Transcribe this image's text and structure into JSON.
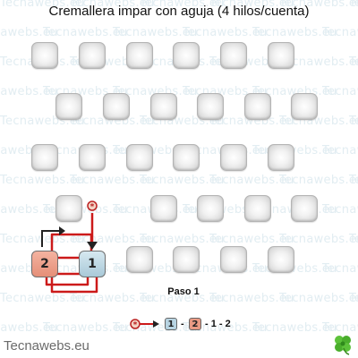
{
  "title": "Cremallera impar con aguja (4 hilos/cuenta)",
  "watermark_text": "Tecnawebs.eu",
  "bead_colors": {
    "white": "#f1f1f1",
    "salmon": "#e99a84",
    "blue": "#b8d4e2",
    "thread": "#cc1a1a"
  },
  "colored_beads": [
    {
      "label": "2",
      "color": "salmon"
    },
    {
      "label": "1",
      "color": "blue"
    }
  ],
  "step_label": "Paso 1",
  "legend": {
    "icon": "needle-icon",
    "box1": "1",
    "sep1": "-",
    "box2": "2",
    "rest": "- 1 - 2"
  },
  "footer_brand": "Tecnawebs.eu",
  "logo_icon": "four-leaf-clover-icon"
}
